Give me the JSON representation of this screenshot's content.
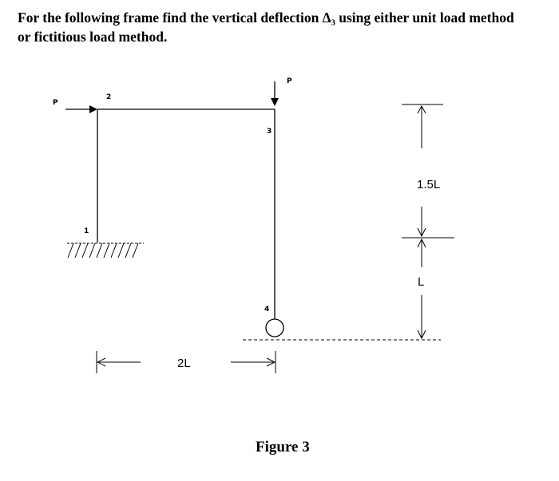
{
  "problem": {
    "line1": "For the following frame find the vertical deflection Δ₃ using either unit load method",
    "line2": "or fictitious load method."
  },
  "figure": {
    "caption": "Figure 3",
    "loads": {
      "horizontal": "P",
      "vertical": "P"
    },
    "nodes": {
      "n1": "1",
      "n2": "2",
      "n3": "3",
      "n4": "4"
    },
    "dimensions": {
      "width": "2L",
      "upper_height": "1.5L",
      "lower_height": "L"
    }
  }
}
